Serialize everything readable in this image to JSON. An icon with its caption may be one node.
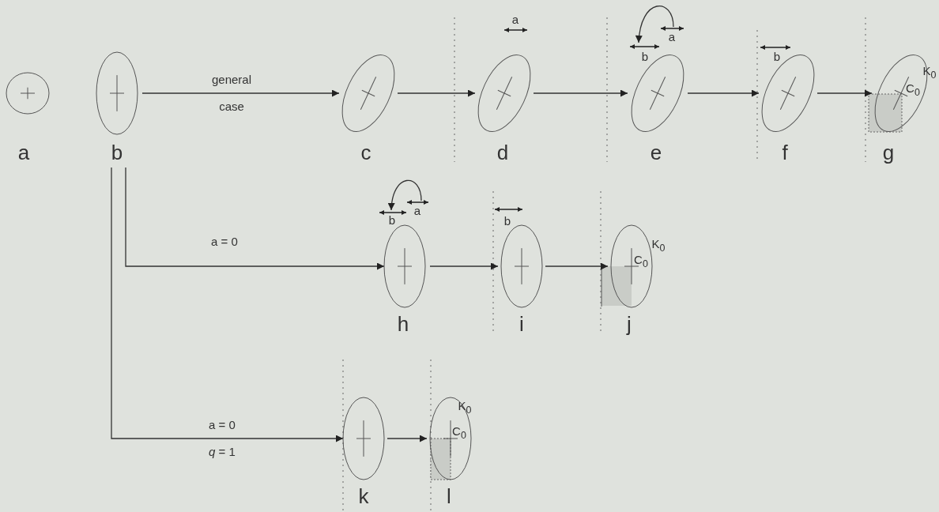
{
  "diagram": {
    "nodes": [
      {
        "text": [],
        "shape": "circle",
        "beside": [
          "a"
        ]
      },
      {
        "text": [],
        "shape": "ellipse",
        "beside": [
          "b"
        ]
      },
      {
        "text": [],
        "shape": "ellipse",
        "beside": [
          "c"
        ]
      },
      {
        "text": [],
        "shape": "ellipse",
        "beside": [
          "a",
          "d"
        ]
      },
      {
        "text": [],
        "shape": "ellipse",
        "beside": [
          "a",
          "b",
          "e"
        ]
      },
      {
        "text": [],
        "shape": "ellipse",
        "beside": [
          "b",
          "f"
        ]
      },
      {
        "text": [
          "C$_{0}$"
        ],
        "beside": [
          "K$_{0}$",
          "g"
        ]
      },
      {
        "text": [],
        "shape": "ellipse",
        "beside": [
          "b",
          "a",
          "h"
        ]
      },
      {
        "text": [],
        "shape": "ellipse",
        "beside": [
          "b",
          "i"
        ]
      },
      {
        "text": [
          "C$_{0}$"
        ],
        "beside": [
          "K$_{0}$",
          "j"
        ]
      },
      {
        "text": [],
        "shape": "ellipse",
        "beside": [
          "k"
        ]
      },
      {
        "text": [
          "C$_{0}$"
        ],
        "beside": [
          "K$_{0}$",
          "l"
        ]
      }
    ],
    "edges": [
      {
        "from": 1,
        "to": 2,
        "arrow": "to",
        "label": "general case"
      },
      {
        "from": 2,
        "to": 3,
        "arrow": "to"
      },
      {
        "from": 3,
        "to": 4,
        "arrow": "to"
      },
      {
        "from": 4,
        "to": 5,
        "arrow": "to"
      },
      {
        "from": 5,
        "to": 6,
        "arrow": "to"
      },
      {
        "from": 1,
        "to": 7,
        "arrow": "to",
        "label": "a = 0"
      },
      {
        "from": 7,
        "to": 8,
        "arrow": "to"
      },
      {
        "from": 8,
        "to": 9,
        "arrow": "to"
      },
      {
        "from": 1,
        "to": 10,
        "arrow": "to",
        "label": "a = 0 *q* = 1"
      },
      {
        "from": 10,
        "to": 11,
        "arrow": "to"
      }
    ]
  }
}
